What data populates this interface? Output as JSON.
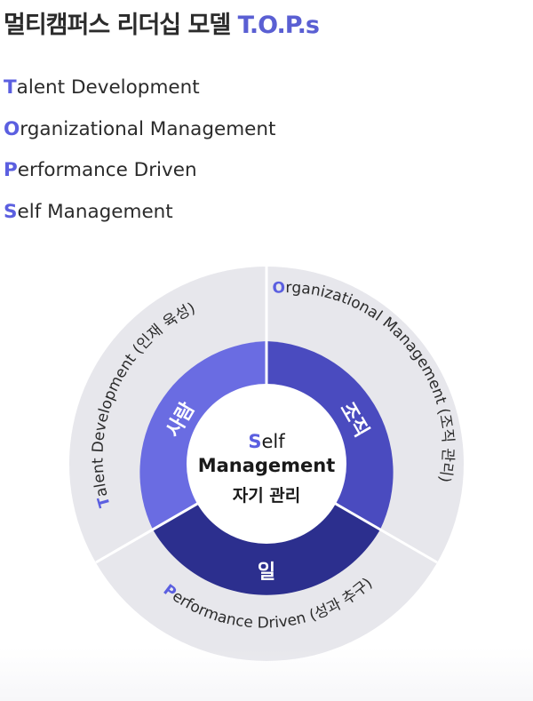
{
  "title": {
    "main": "멀티캠퍼스 리더십 모델",
    "accent": "T.O.P.s"
  },
  "legend": [
    {
      "initial": "T",
      "rest": "alent Development"
    },
    {
      "initial": "O",
      "rest": "rganizational Management"
    },
    {
      "initial": "P",
      "rest": "erformance Driven"
    },
    {
      "initial": "S",
      "rest": "elf Management"
    }
  ],
  "diagram": {
    "center": {
      "initial": "S",
      "rest": "elf",
      "line2": "Management",
      "line3": "자기 관리"
    },
    "inner": {
      "people": "사람",
      "organization": "조직",
      "work": "일"
    },
    "outer": {
      "talent": {
        "initial": "T",
        "rest": "alent Development (인재 육성)"
      },
      "organizational": {
        "initial": "O",
        "rest": "rganizational Management (조직 관리)"
      },
      "performance": {
        "initial": "P",
        "rest": "erformance Driven (성과 추구)"
      }
    },
    "colors": {
      "outer_ring": "#e7e7ec",
      "people": "#6a6ce2",
      "organization": "#4a4bbf",
      "work": "#2c2f8e",
      "center": "#ffffff",
      "initial": "#5b5fe0"
    }
  }
}
